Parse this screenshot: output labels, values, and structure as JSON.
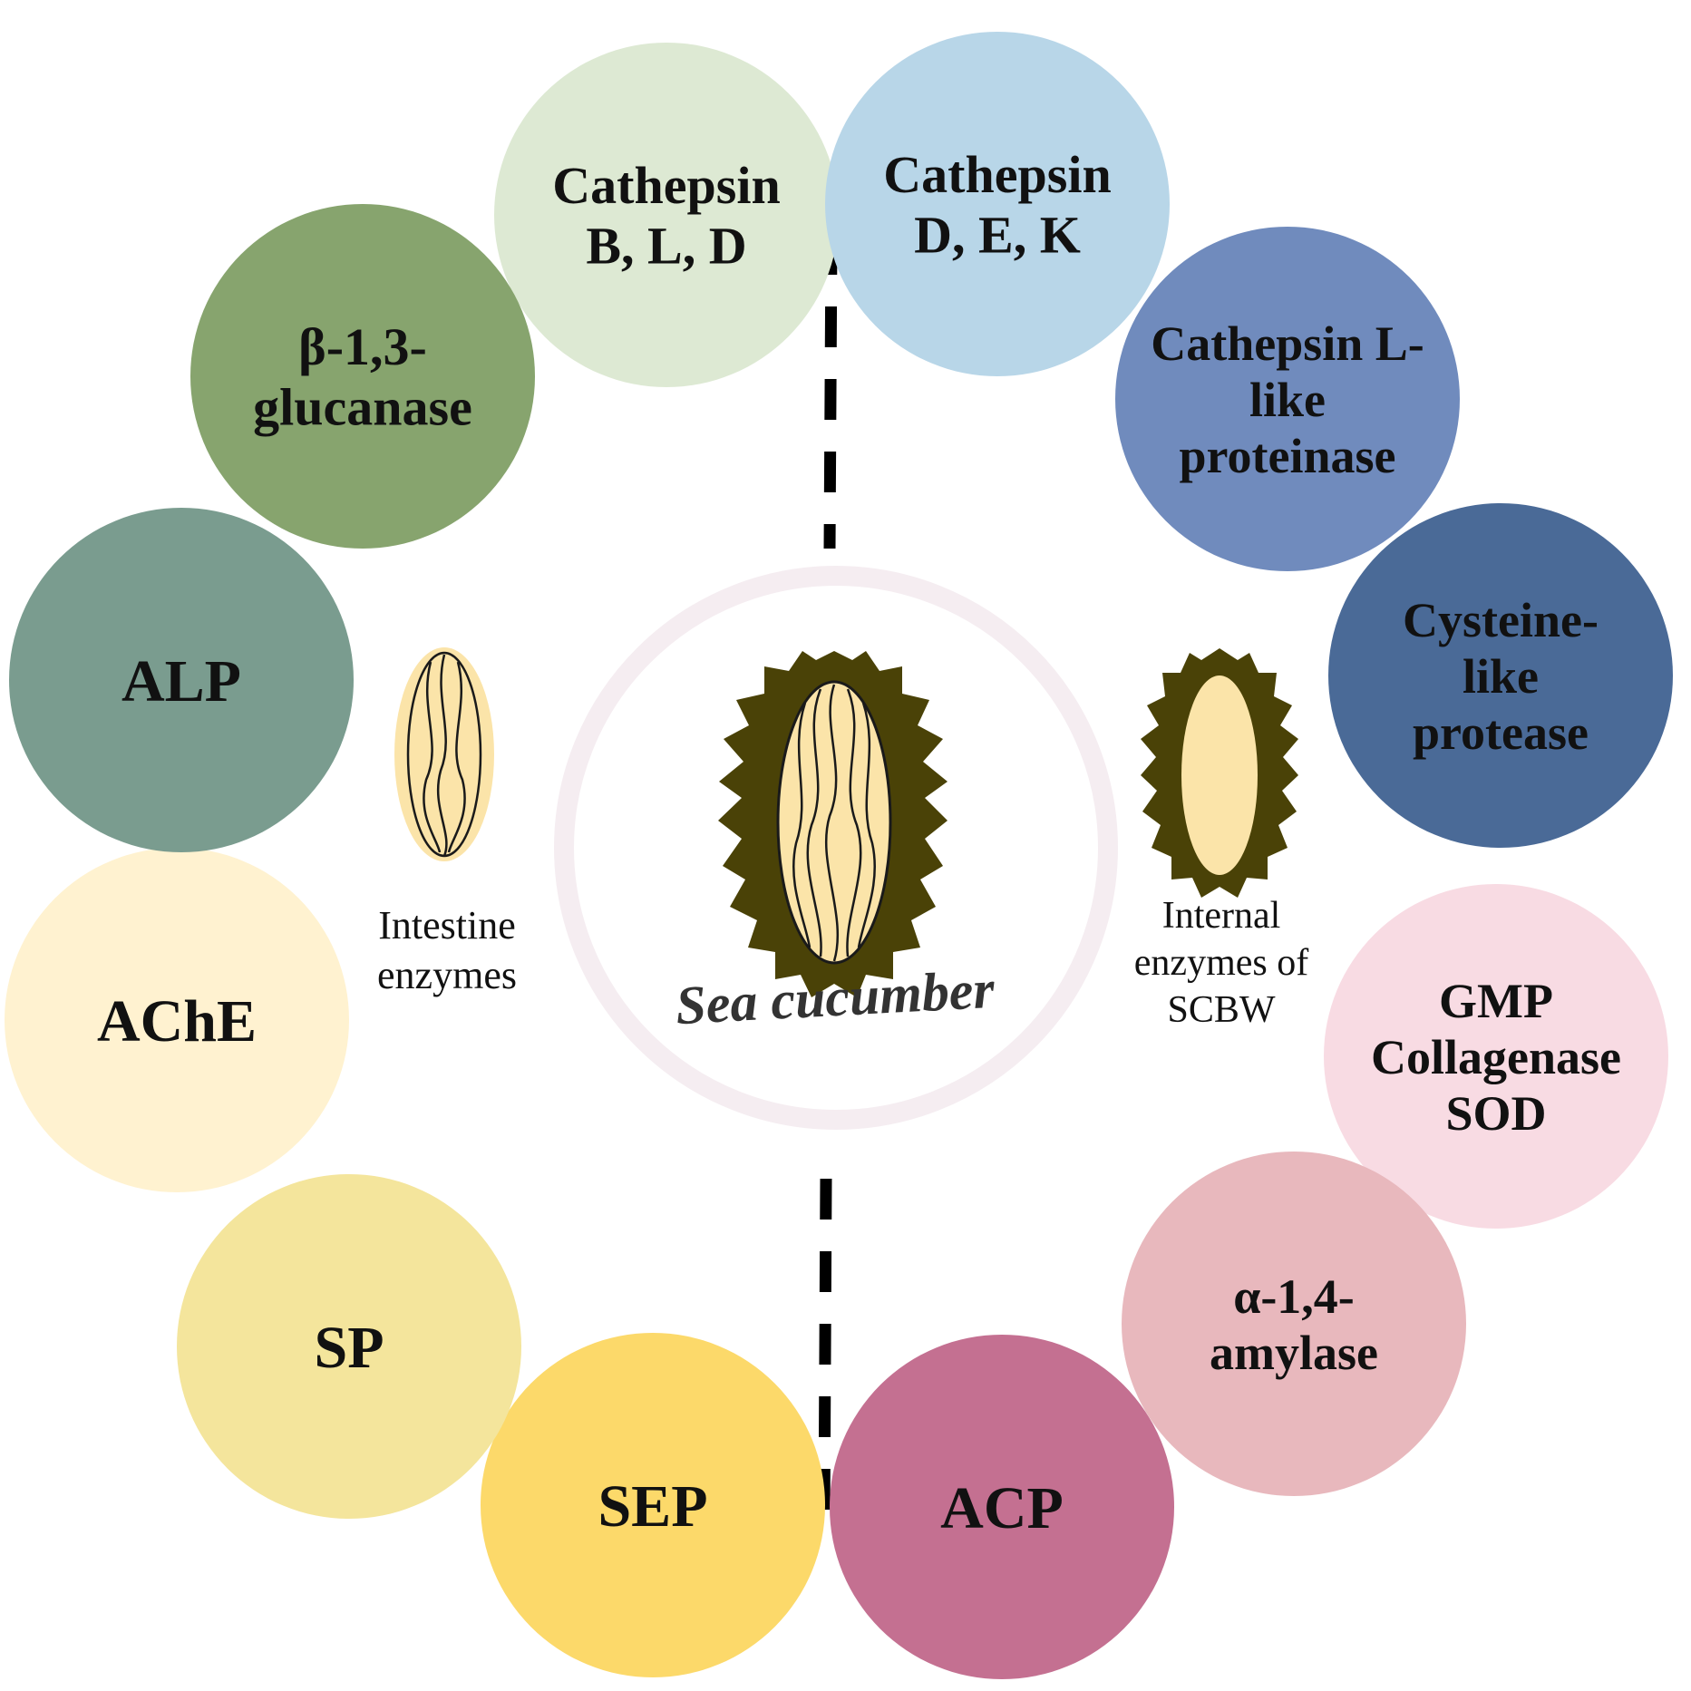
{
  "center": {
    "title": "Sea cucumber"
  },
  "groups": {
    "left": {
      "label_lines": [
        "Intestine",
        "enzymes"
      ]
    },
    "right": {
      "label_lines": [
        "Internal",
        "enzymes of",
        "SCBW"
      ]
    }
  },
  "enzymes": [
    {
      "id": "cathepsin-bld",
      "lines": [
        "Cathepsin",
        "B, L, D"
      ],
      "color": "#dde9d3"
    },
    {
      "id": "cathepsin-dek",
      "lines": [
        "Cathepsin",
        "D, E, K"
      ],
      "color": "#b8d6e8"
    },
    {
      "id": "cathepsin-l-like",
      "lines": [
        "Cathepsin L-",
        "like",
        "proteinase"
      ],
      "color": "#708bbd"
    },
    {
      "id": "cysteine-like",
      "lines": [
        "Cysteine-",
        "like",
        "protease"
      ],
      "color": "#4a6a97"
    },
    {
      "id": "gmp-collagenase-sod",
      "lines": [
        "GMP",
        "Collagenase",
        "SOD"
      ],
      "color": "#f8dbe3"
    },
    {
      "id": "alpha-amylase",
      "lines": [
        "α-1,4-",
        "amylase"
      ],
      "color": "#e8b8bd"
    },
    {
      "id": "acp",
      "lines": [
        "ACP"
      ],
      "color": "#c47091"
    },
    {
      "id": "sep",
      "lines": [
        "SEP"
      ],
      "color": "#fcd96a"
    },
    {
      "id": "sp",
      "lines": [
        "SP"
      ],
      "color": "#f4e59c"
    },
    {
      "id": "ache",
      "lines": [
        "AChE"
      ],
      "color": "#fff2d0"
    },
    {
      "id": "alp",
      "lines": [
        "ALP"
      ],
      "color": "#7a9c8f"
    },
    {
      "id": "beta-glucanase",
      "lines": [
        "β-1,3-",
        "glucanase"
      ],
      "color": "#87a46e"
    }
  ],
  "colors": {
    "body_wall": "#4a4207",
    "body_fill": "#fbe4a9",
    "ring": "#f5edf1",
    "dash": "#000000"
  }
}
